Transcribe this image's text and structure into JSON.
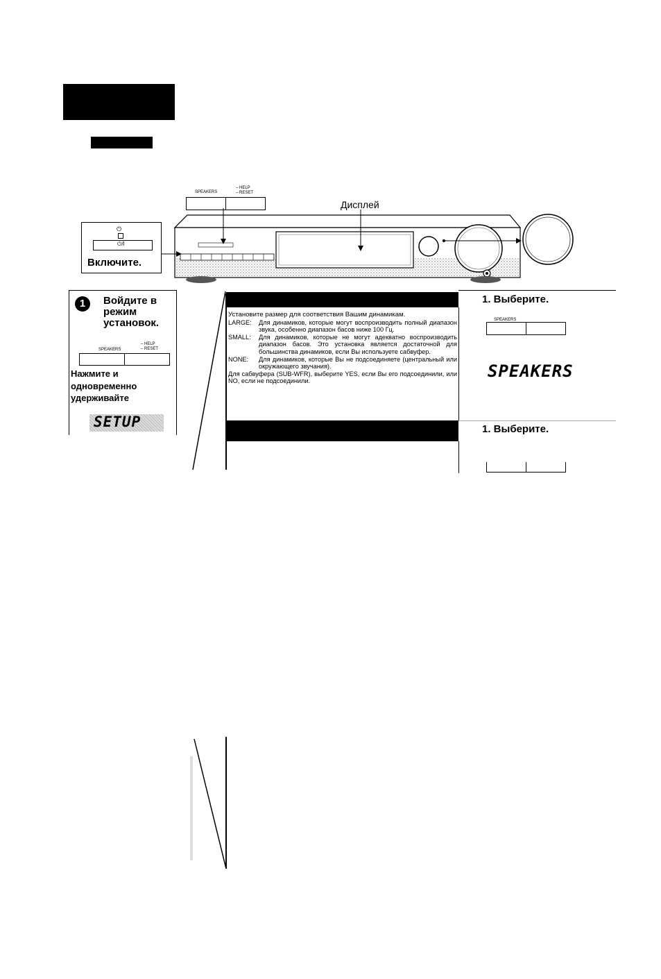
{
  "display_label": "Дисплей",
  "power_step": {
    "symbol": "⏻/I",
    "caption": "Включите."
  },
  "buttons": {
    "speakers": "SPEAKERS",
    "help": "– HELP",
    "reset": "– RESET"
  },
  "step1": {
    "number": "1",
    "title_lines": [
      "Войдите в",
      "режим",
      "установок."
    ],
    "instruction_lines": [
      "Нажмите и",
      "одновременно",
      "удерживайте"
    ],
    "display": "SETUP"
  },
  "speaker_size_panel": {
    "intro": "Установите размер для соответствия Вашим динамикам.",
    "options": [
      {
        "key": "LARGE:",
        "text": "Для динамиков, которые могут воспроизводить полный диапазон звука, особенно диапазон басов ниже 100 Гц."
      },
      {
        "key": "SMALL:",
        "text": "Для динамиков, которые не могут адекватно воспроизводить диапазон басов. Это установка является достаточной для большинства динамиков, если Вы используете сабвуфер."
      },
      {
        "key": "NONE:",
        "text": "Для динамиков, которые Вы не подсоединяете (центральный или окружающего звучания)."
      }
    ],
    "subwoofer_note": "Для сабвуфера (SUB-WFR), выберите YES, если Вы его подсоединили, или NO, если не подсоединили."
  },
  "select_step": {
    "label_1": "1. Выберите.",
    "label_2": "1. Выберите.",
    "display": "SPEAKERS"
  }
}
